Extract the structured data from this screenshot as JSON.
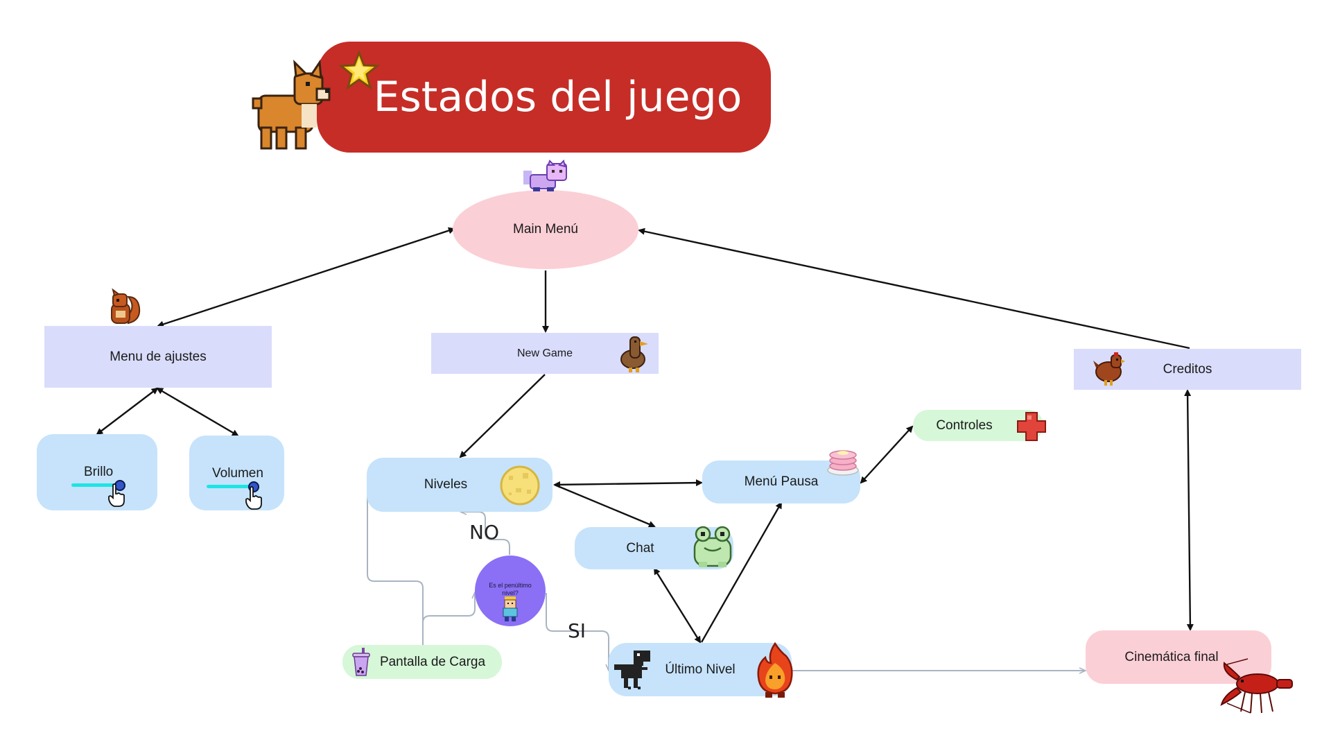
{
  "title": "Estados del juego",
  "nodes": {
    "main_menu": "Main Menú",
    "settings": "Menu de ajustes",
    "new_game": "New Game",
    "credits": "Creditos",
    "brightness": "Brillo",
    "volume": "Volumen",
    "levels": "Niveles",
    "pause_menu": "Menú Pausa",
    "controls": "Controles",
    "chat": "Chat",
    "decision": "Es el penúltimo nivel?",
    "loading": "Pantalla de Carga",
    "last_level": "Último Nivel",
    "final_cinematic": "Cinemática final"
  },
  "edge_labels": {
    "no": "NO",
    "yes": "SI"
  },
  "colors": {
    "banner": "#c62d27",
    "purple_node": "#d9dcfb",
    "blue_node": "#c6e3fb",
    "green_node": "#d6f7d8",
    "pink_node": "#fbcfd6",
    "decision_circle": "#8b6ff5",
    "connector_gray": "#a9b4c2",
    "arrow_black": "#111111",
    "slider": "#1ee4e4"
  },
  "icons": [
    "star-icon",
    "corgi-icon",
    "cat-icon",
    "squirrel-icon",
    "duck-icon",
    "chicken-icon",
    "cursor-hand-icon",
    "moon-icon",
    "pancake-icon",
    "plus-icon",
    "frog-icon",
    "kid-icon",
    "bubble-tea-icon",
    "dino-icon",
    "fire-icon",
    "lobster-icon"
  ]
}
